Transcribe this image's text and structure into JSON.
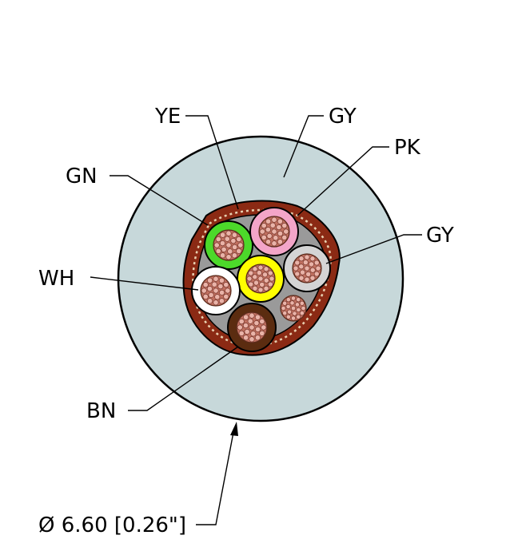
{
  "labels": {
    "ye": "YE",
    "gy_top": "GY",
    "pk": "PK",
    "gn": "GN",
    "gy_right": "GY",
    "wh": "WH",
    "bn": "BN",
    "diameter": "Ø 6.60 [0.26\"]"
  },
  "colors": {
    "jacket": "#c7d8da",
    "shield": "#8b2a14",
    "filler": "#9a9a9a",
    "copper": "#c07060",
    "ye": "#ffff00",
    "gn": "#4cd92a",
    "pk": "#f3a5c8",
    "gy": "#d4d4d4",
    "wh": "#ffffff",
    "bn": "#5b2c10"
  }
}
